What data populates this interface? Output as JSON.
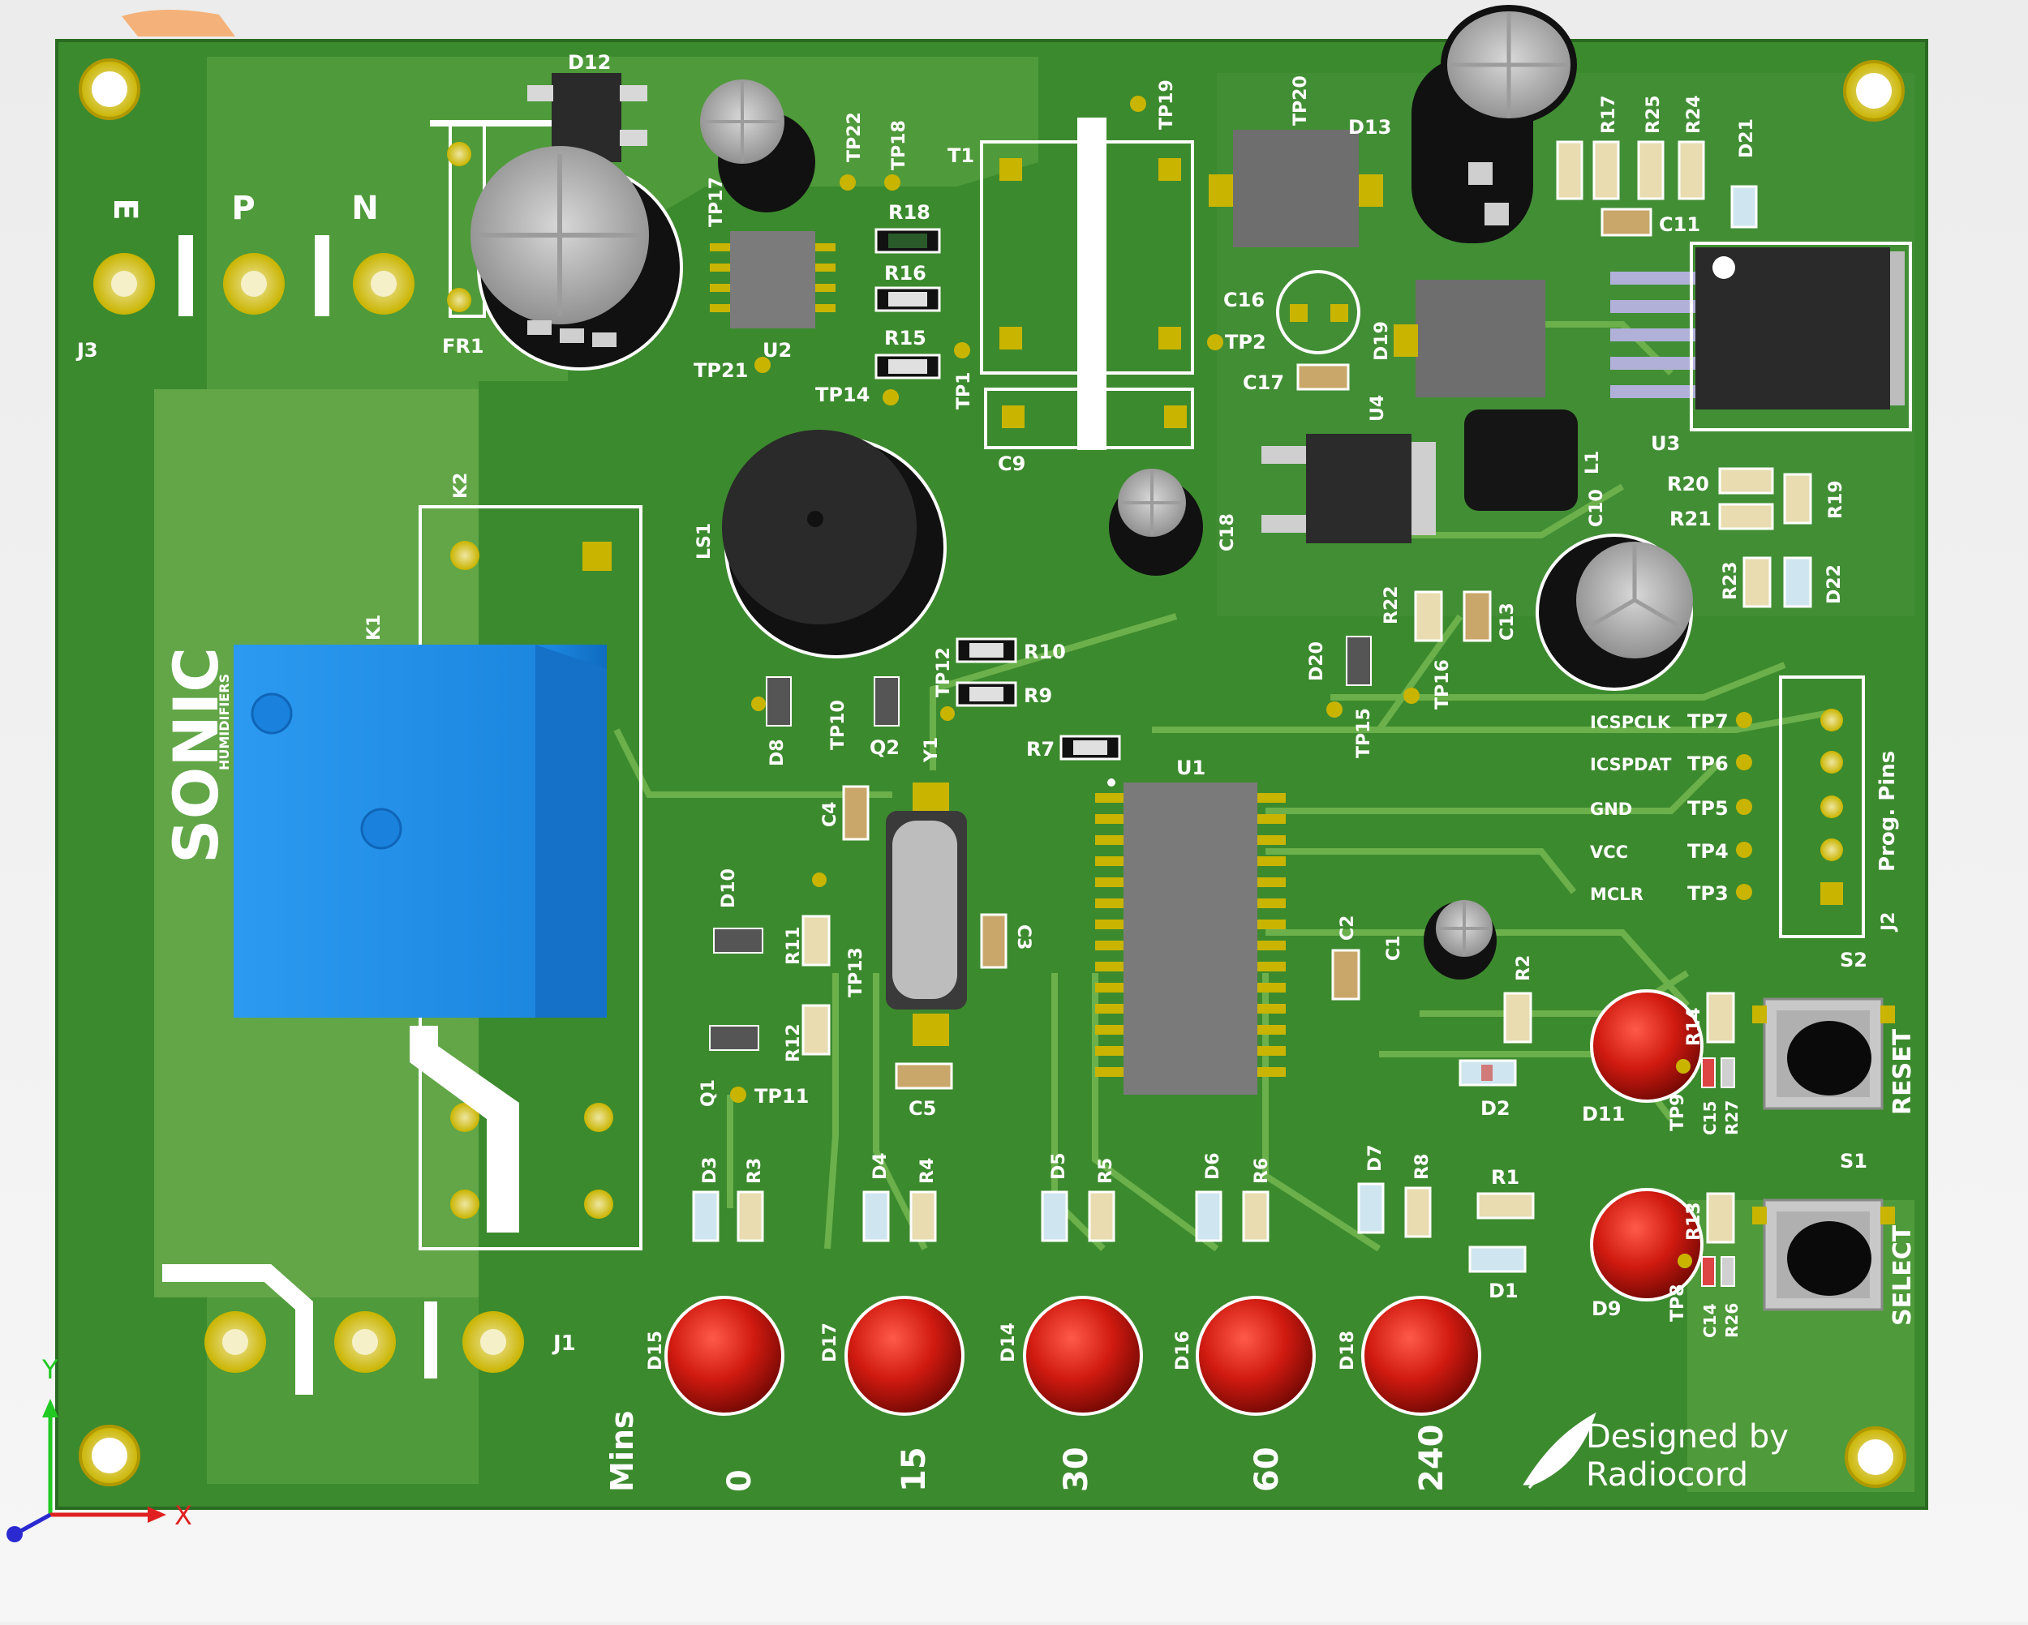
{
  "board": {
    "colors": {
      "board": "#3c8a2e",
      "board_edge": "#2f7526",
      "copper": "#c9b400",
      "silk": "#ffffff",
      "relay": "#1f8ee8",
      "led": "#d11c12",
      "background": "#f0f0f0"
    },
    "terminals": {
      "j3": "J3",
      "j1": "J1",
      "e": "E",
      "p": "P",
      "n": "N"
    },
    "logo": {
      "brand": "SONIC",
      "tagline": "HUMIDIFIERS"
    },
    "refs": {
      "d12": "D12",
      "fr1": "FR1",
      "tp17": "TP17",
      "tp22": "TP22",
      "tp18": "TP18",
      "t1": "T1",
      "tp19": "TP19",
      "tp20": "TP20",
      "d13": "D13",
      "r17": "R17",
      "r25": "R25",
      "r24": "R24",
      "d21": "D21",
      "c11": "C11",
      "r18": "R18",
      "r16": "R16",
      "r15": "R15",
      "u2": "U2",
      "tp21": "TP21",
      "tp14": "TP14",
      "tp1": "TP1",
      "tp2": "TP2",
      "c16": "C16",
      "d19": "D19",
      "c17": "C17",
      "c9": "C9",
      "u4": "U4",
      "l1": "L1",
      "u3": "U3",
      "r20": "R20",
      "r21": "R21",
      "r19": "R19",
      "r23": "R23",
      "d22": "D22",
      "c18": "C18",
      "k2": "K2",
      "k1": "K1",
      "ls1": "LS1",
      "c10": "C10",
      "r10": "R10",
      "r9": "R9",
      "tp12": "TP12",
      "d8": "D8",
      "tp10": "TP10",
      "q2": "Q2",
      "y1": "Y1",
      "r7": "R7",
      "u1": "U1",
      "d20": "D20",
      "tp15": "TP15",
      "tp16": "TP16",
      "r22": "R22",
      "c13": "C13",
      "c4": "C4",
      "d10": "D10",
      "r11": "R11",
      "tp13": "TP13",
      "r12": "R12",
      "q1": "Q1",
      "tp11": "TP11",
      "c3": "C3",
      "c5": "C5",
      "c2": "C2",
      "c1": "C1",
      "r2": "R2",
      "d2": "D2",
      "d11": "D11",
      "r14": "R14",
      "c15": "C15",
      "r27": "R27",
      "tp9": "TP9",
      "s2": "S2",
      "s1": "S1",
      "r1": "R1",
      "d1": "D1",
      "d9": "D9",
      "r13": "R13",
      "c14": "C14",
      "r26": "R26",
      "tp8": "TP8",
      "j2": "J2",
      "d3": "D3",
      "r3": "R3",
      "d4": "D4",
      "r4": "R4",
      "d5": "D5",
      "r5": "R5",
      "d6": "D6",
      "r6": "R6",
      "d7": "D7",
      "r8": "R8",
      "d15": "D15",
      "d17": "D17",
      "d14": "D14",
      "d16": "D16",
      "d18": "D18"
    },
    "prog_header": {
      "title": "Prog. Pins",
      "pins": [
        {
          "signal": "ICSPCLK",
          "tp": "TP7"
        },
        {
          "signal": "ICSPDAT",
          "tp": "TP6"
        },
        {
          "signal": "GND",
          "tp": "TP5"
        },
        {
          "signal": "VCC",
          "tp": "TP4"
        },
        {
          "signal": "MCLR",
          "tp": "TP3"
        }
      ]
    },
    "buttons": {
      "reset": "RESET",
      "select": "SELECT"
    },
    "timer": {
      "unit": "Mins",
      "values": [
        "0",
        "15",
        "30",
        "60",
        "240"
      ]
    },
    "credit": {
      "line1": "Designed by",
      "line2": "Radiocord"
    },
    "axes": {
      "x": "X",
      "y": "Y"
    }
  }
}
